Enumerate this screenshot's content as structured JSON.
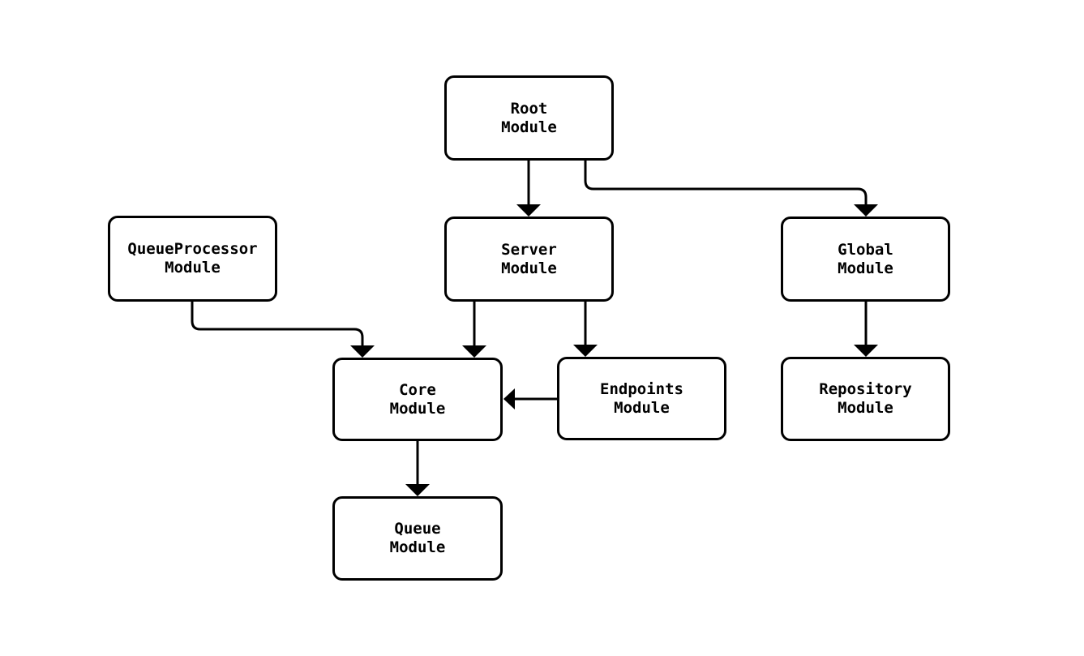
{
  "diagram": {
    "type": "flowchart",
    "background_color": "#ffffff",
    "node_fill_color": "#ffffff",
    "node_border_color": "#000000",
    "edge_color": "#000000",
    "text_color": "#000000",
    "nodes": {
      "root": {
        "line1": "Root",
        "line2": "Module"
      },
      "queueprocessor": {
        "line1": "QueueProcessor",
        "line2": "Module"
      },
      "server": {
        "line1": "Server",
        "line2": "Module"
      },
      "global": {
        "line1": "Global",
        "line2": "Module"
      },
      "core": {
        "line1": "Core",
        "line2": "Module"
      },
      "endpoints": {
        "line1": "Endpoints",
        "line2": "Module"
      },
      "repository": {
        "line1": "Repository",
        "line2": "Module"
      },
      "queue": {
        "line1": "Queue",
        "line2": "Module"
      }
    },
    "edges": [
      {
        "from": "Root Module",
        "to": "Server Module"
      },
      {
        "from": "Root Module",
        "to": "Global Module"
      },
      {
        "from": "QueueProcessor Module",
        "to": "Core Module"
      },
      {
        "from": "Server Module",
        "to": "Core Module"
      },
      {
        "from": "Server Module",
        "to": "Endpoints Module"
      },
      {
        "from": "Endpoints Module",
        "to": "Core Module"
      },
      {
        "from": "Global Module",
        "to": "Repository Module"
      },
      {
        "from": "Core Module",
        "to": "Queue Module"
      }
    ]
  }
}
